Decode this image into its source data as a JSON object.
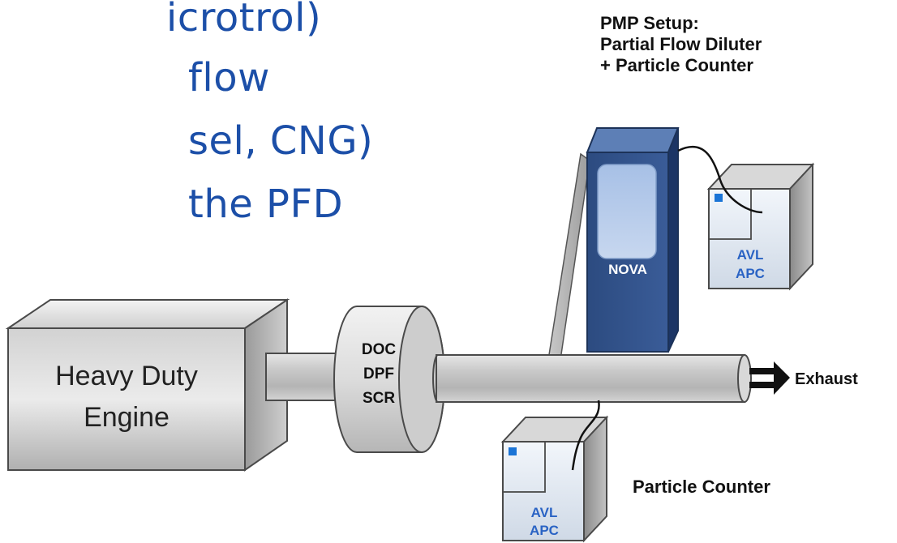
{
  "bullets": [
    "icrotrol)",
    "flow",
    "sel, CNG)",
    "the PFD"
  ],
  "pmp_setup": {
    "line1": "PMP Setup:",
    "line2": "Partial Flow Diluter",
    "line3": "+ Particle Counter"
  },
  "engine": {
    "line1": "Heavy Duty",
    "line2": "Engine"
  },
  "aftertreatment": {
    "line1": "DOC",
    "line2": "DPF",
    "line3": "SCR"
  },
  "nova_label": "NOVA",
  "counter_top": {
    "line1": "AVL",
    "line2": "APC"
  },
  "counter_bottom": {
    "line1": "AVL",
    "line2": "APC"
  },
  "exhaust_label": "Exhaust",
  "particle_counter_label": "Particle Counter",
  "colors": {
    "bullet_text": "#1c4fa8",
    "nova_blue": "#2e4f86",
    "apc_text": "#2a63c4",
    "apc_indicator": "#1a74d6"
  }
}
